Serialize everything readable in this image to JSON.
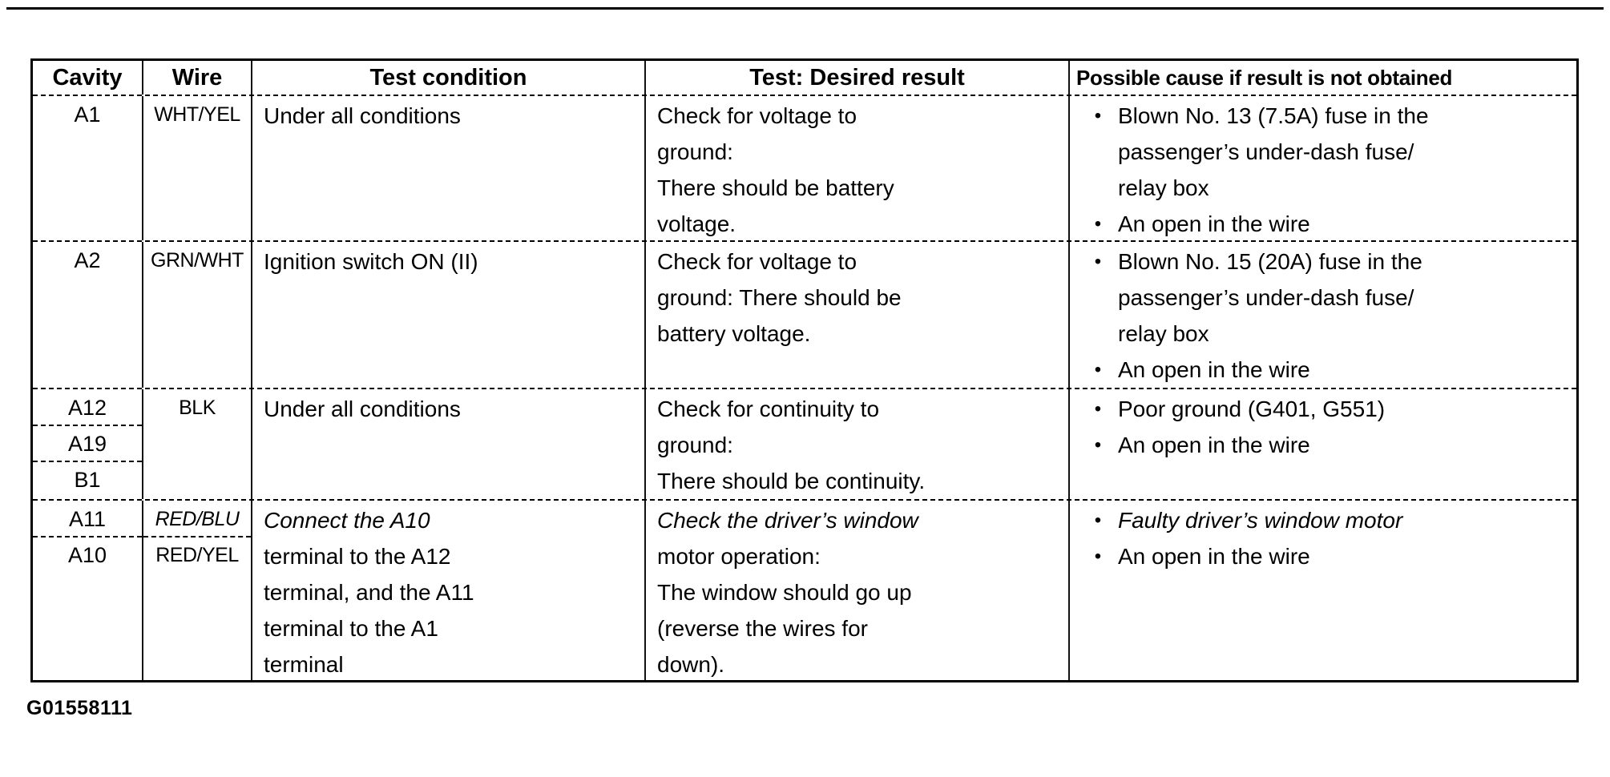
{
  "figure_code": "G01558111",
  "table": {
    "headers": [
      "Cavity",
      "Wire",
      "Test condition",
      "Test: Desired result",
      "Possible cause if result is not obtained"
    ],
    "rows": [
      {
        "cavities": [
          "A1"
        ],
        "wires": [
          "WHT/YEL"
        ],
        "condition": [
          "Under all conditions"
        ],
        "result": [
          "Check for voltage to",
          "ground:",
          "There should be battery",
          "voltage."
        ],
        "causes": [
          [
            "Blown No. 13 (7.5A) fuse in the",
            "passenger’s under-dash fuse/",
            "relay box"
          ],
          [
            "An open in the wire"
          ]
        ]
      },
      {
        "cavities": [
          "A2"
        ],
        "wires": [
          "GRN/WHT"
        ],
        "condition": [
          "Ignition switch ON (II)"
        ],
        "result": [
          "Check for voltage to",
          "ground: There should be",
          "battery voltage."
        ],
        "causes": [
          [
            "Blown No. 15 (20A) fuse in the",
            "passenger’s under-dash fuse/",
            "relay box"
          ],
          [
            "An open in the wire"
          ]
        ]
      },
      {
        "cavities": [
          "A12",
          "A19",
          "B1"
        ],
        "wires": [
          "BLK"
        ],
        "condition": [
          "Under all conditions"
        ],
        "result": [
          "Check for continuity to",
          "ground:",
          "There should be continuity."
        ],
        "causes": [
          [
            "Poor ground (G401, G551)"
          ],
          [
            "An open in the wire"
          ]
        ]
      },
      {
        "cavities": [
          "A11",
          "A10"
        ],
        "wires": [
          {
            "t": "RED/BLU",
            "i": true
          },
          "RED/YEL"
        ],
        "condition": [
          {
            "t": "Connect the A10",
            "i": true
          },
          "terminal to the A12",
          "terminal, and the A11",
          "terminal to the A1",
          "terminal"
        ],
        "result": [
          {
            "t": "Check the driver’s window",
            "i": true
          },
          "motor operation:",
          "The window should go up",
          "(reverse the wires for",
          "down)."
        ],
        "causes": [
          [
            {
              "t": "Faulty driver’s window motor",
              "i": true
            }
          ],
          [
            "An open in the wire"
          ]
        ]
      }
    ]
  }
}
